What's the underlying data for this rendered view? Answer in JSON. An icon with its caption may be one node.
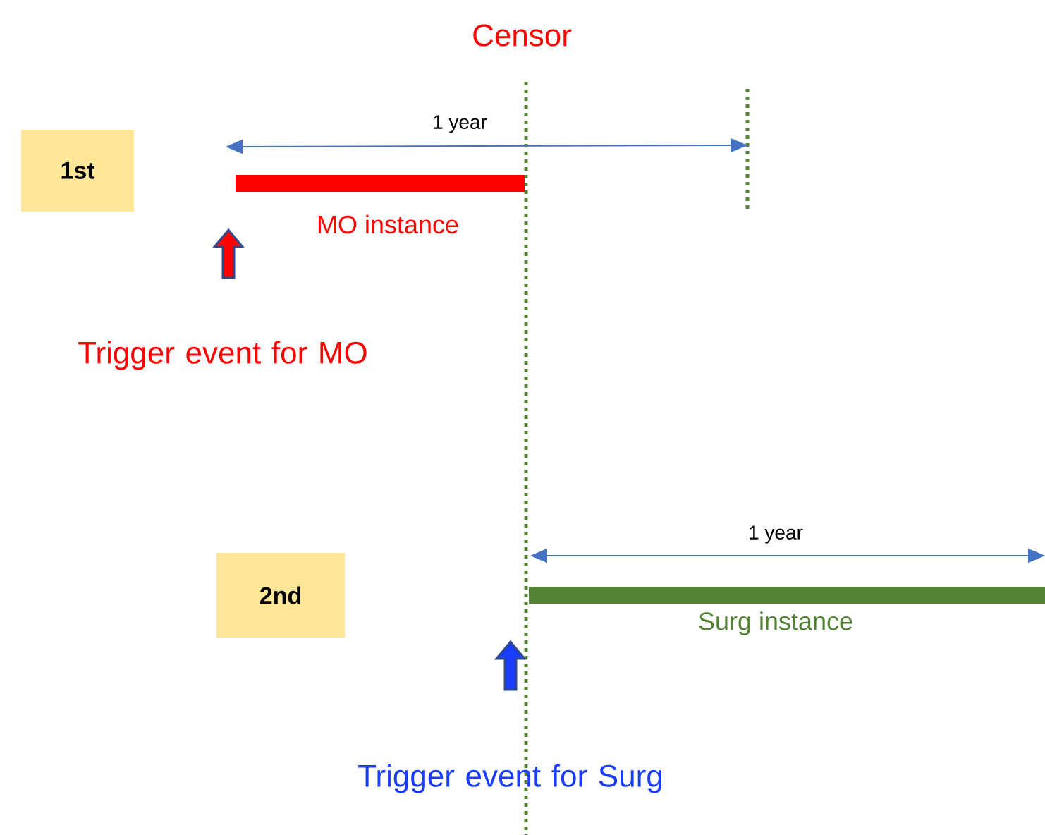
{
  "diagram": {
    "title": "Censor",
    "nodes": [
      {
        "text": [
          "1st"
        ]
      },
      {
        "text": [
          "2nd"
        ]
      }
    ],
    "labels": [
      "1 year",
      "MO instance",
      "Trigger event for MO",
      "1 year",
      "Surg instance",
      "Trigger event for Surg"
    ]
  }
}
